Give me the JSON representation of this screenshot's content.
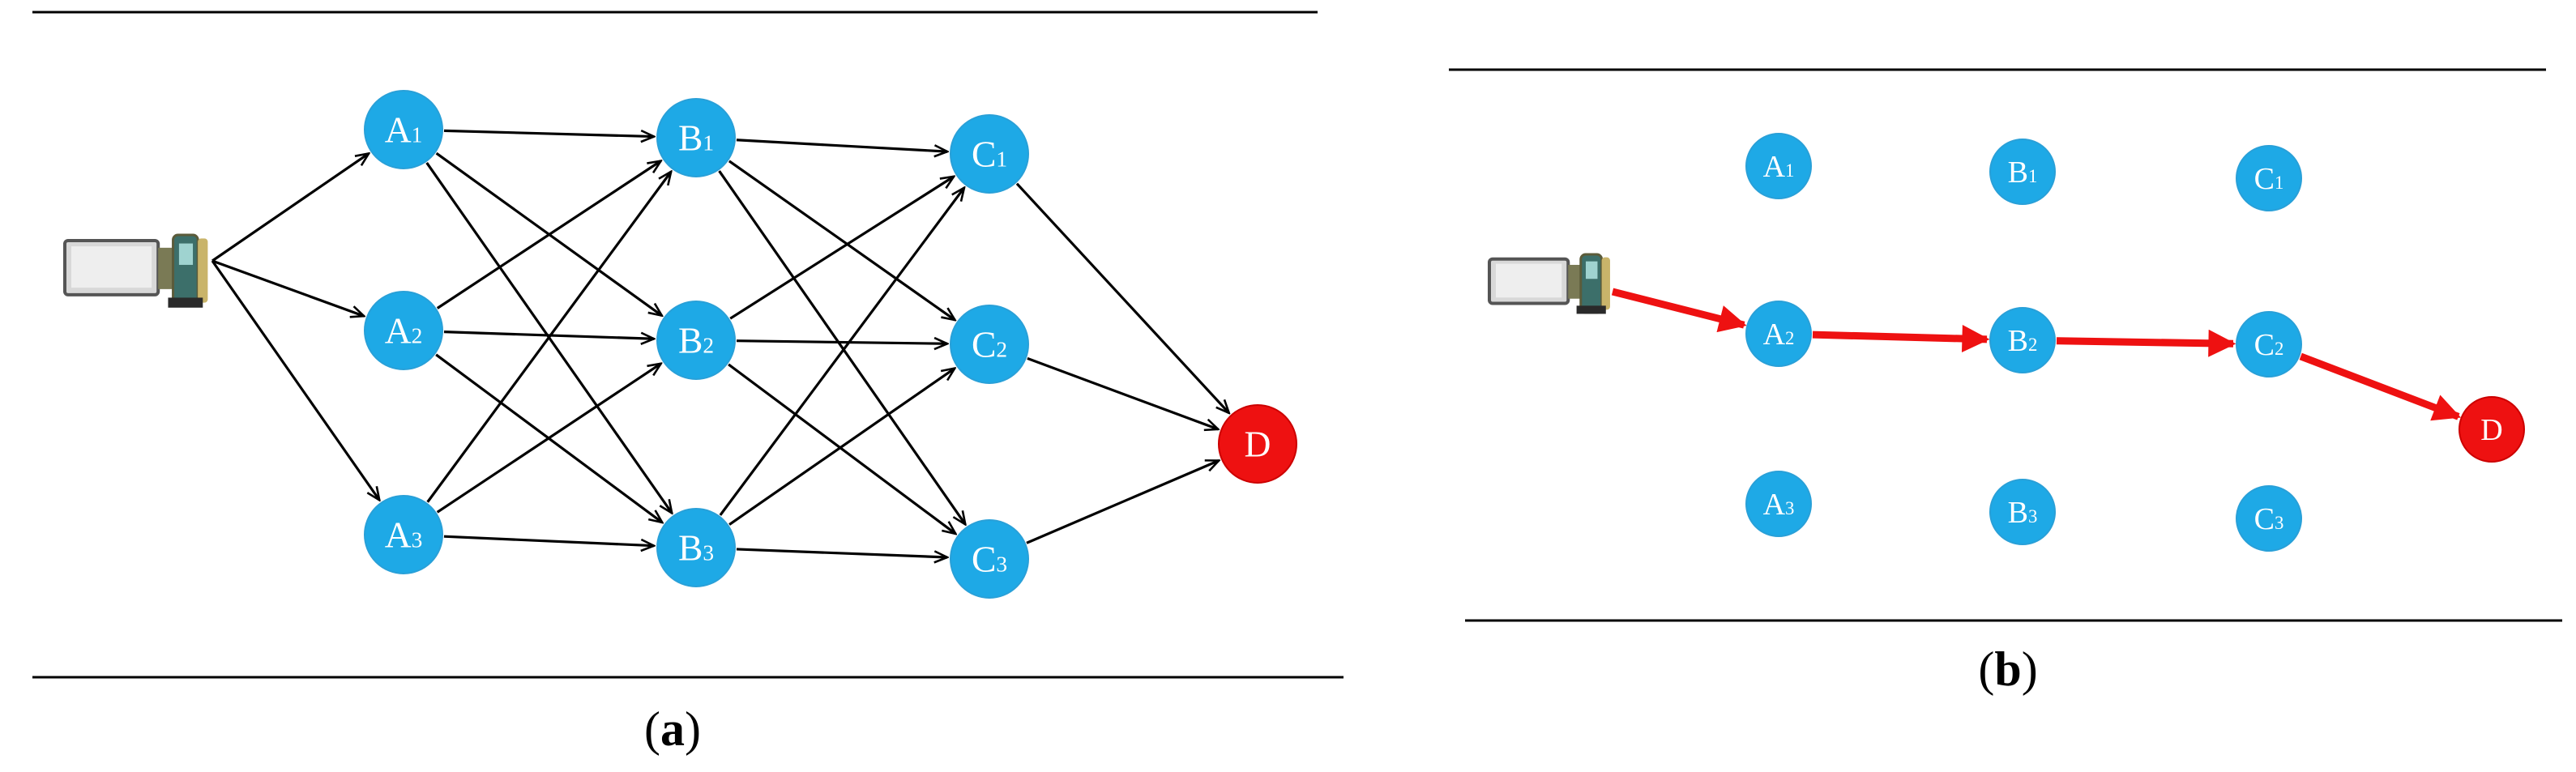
{
  "colors": {
    "node": "#1ea9e6",
    "destination": "#ee1111",
    "edge": "#000000",
    "route": "#ee1111",
    "rule": "#000000"
  },
  "panels": [
    {
      "id": "a",
      "caption_open": "(",
      "caption_letter": "a",
      "caption_close": ")",
      "vehicle": {
        "icon": "truck-icon"
      },
      "nodes": [
        {
          "id": "A1",
          "letter": "A",
          "sub": "1"
        },
        {
          "id": "A2",
          "letter": "A",
          "sub": "2"
        },
        {
          "id": "A3",
          "letter": "A",
          "sub": "3"
        },
        {
          "id": "B1",
          "letter": "B",
          "sub": "1"
        },
        {
          "id": "B2",
          "letter": "B",
          "sub": "2"
        },
        {
          "id": "B3",
          "letter": "B",
          "sub": "3"
        },
        {
          "id": "C1",
          "letter": "C",
          "sub": "1"
        },
        {
          "id": "C2",
          "letter": "C",
          "sub": "2"
        },
        {
          "id": "C3",
          "letter": "C",
          "sub": "3"
        },
        {
          "id": "D",
          "letter": "D",
          "sub": "",
          "destination": true
        }
      ],
      "edges": [
        [
          "truck",
          "A1"
        ],
        [
          "truck",
          "A2"
        ],
        [
          "truck",
          "A3"
        ],
        [
          "A1",
          "B1"
        ],
        [
          "A1",
          "B2"
        ],
        [
          "A1",
          "B3"
        ],
        [
          "A2",
          "B1"
        ],
        [
          "A2",
          "B2"
        ],
        [
          "A2",
          "B3"
        ],
        [
          "A3",
          "B1"
        ],
        [
          "A3",
          "B2"
        ],
        [
          "A3",
          "B3"
        ],
        [
          "B1",
          "C1"
        ],
        [
          "B1",
          "C2"
        ],
        [
          "B1",
          "C3"
        ],
        [
          "B2",
          "C1"
        ],
        [
          "B2",
          "C2"
        ],
        [
          "B2",
          "C3"
        ],
        [
          "B3",
          "C1"
        ],
        [
          "B3",
          "C2"
        ],
        [
          "B3",
          "C3"
        ],
        [
          "C1",
          "D"
        ],
        [
          "C2",
          "D"
        ],
        [
          "C3",
          "D"
        ]
      ]
    },
    {
      "id": "b",
      "caption_open": "(",
      "caption_letter": "b",
      "caption_close": ")",
      "vehicle": {
        "icon": "truck-icon"
      },
      "nodes": [
        {
          "id": "A1",
          "letter": "A",
          "sub": "1"
        },
        {
          "id": "A2",
          "letter": "A",
          "sub": "2"
        },
        {
          "id": "A3",
          "letter": "A",
          "sub": "3"
        },
        {
          "id": "B1",
          "letter": "B",
          "sub": "1"
        },
        {
          "id": "B2",
          "letter": "B",
          "sub": "2"
        },
        {
          "id": "B3",
          "letter": "B",
          "sub": "3"
        },
        {
          "id": "C1",
          "letter": "C",
          "sub": "1"
        },
        {
          "id": "C2",
          "letter": "C",
          "sub": "2"
        },
        {
          "id": "C3",
          "letter": "C",
          "sub": "3"
        },
        {
          "id": "D",
          "letter": "D",
          "sub": "",
          "destination": true
        }
      ],
      "route": [
        "truck",
        "A2",
        "B2",
        "C2",
        "D"
      ]
    }
  ]
}
